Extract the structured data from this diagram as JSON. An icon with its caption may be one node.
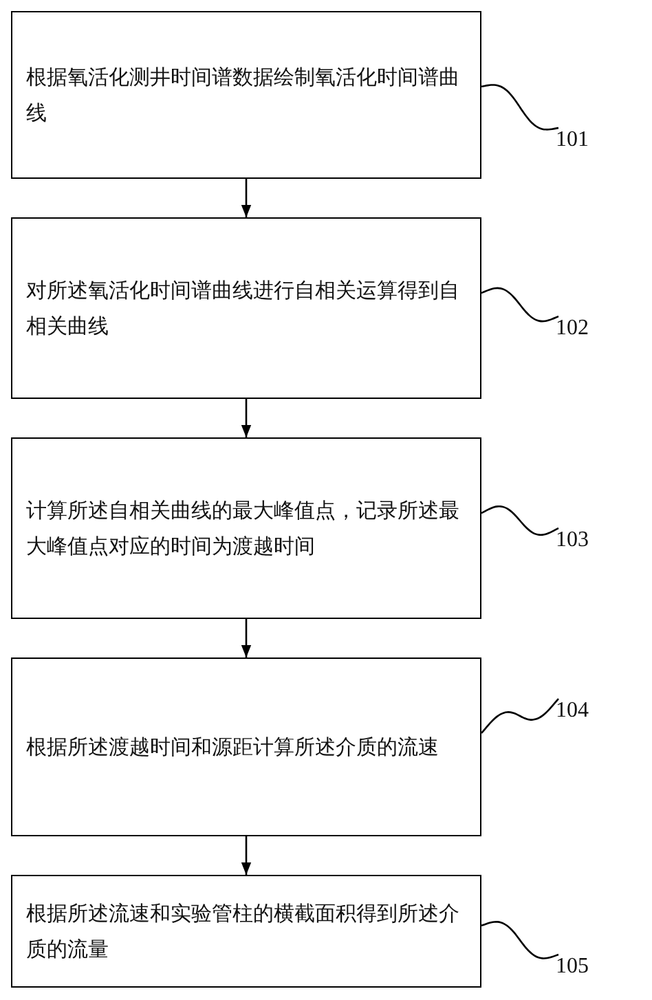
{
  "diagram": {
    "nodes": [
      {
        "text": [
          "根据氧活化测井时间谱数据绘制氧活化时间谱曲线"
        ]
      },
      {
        "text": [
          "对所述氧活化时间谱曲线进行自相关运算得到自相关曲线"
        ]
      },
      {
        "text": [
          "计算所述自相关曲线的最大峰值点，记录所述最大峰值点对应的时间为渡越时间"
        ]
      },
      {
        "text": [
          "根据所述渡越时间和源距计算所述介质的流速"
        ]
      },
      {
        "text": [
          "根据所述流速和实验管柱的横截面积得到所述介质的流量"
        ]
      },
      {
        "text": [
          "101"
        ]
      },
      {
        "text": [
          "102"
        ]
      },
      {
        "text": [
          "103"
        ]
      },
      {
        "text": [
          "104"
        ]
      },
      {
        "text": [
          "105"
        ]
      }
    ],
    "edges": [
      {
        "from": 0,
        "to": 1,
        "arrow": "to"
      },
      {
        "from": 1,
        "to": 2,
        "arrow": "to"
      },
      {
        "from": 2,
        "to": 3,
        "arrow": "to"
      },
      {
        "from": 3,
        "to": 4,
        "arrow": "to"
      },
      {
        "from": 5,
        "to": 0,
        "arrow": "none"
      },
      {
        "from": 6,
        "to": 1,
        "arrow": "none"
      },
      {
        "from": 7,
        "to": 2,
        "arrow": "none"
      },
      {
        "from": 8,
        "to": 3,
        "arrow": "none"
      },
      {
        "from": 9,
        "to": 4,
        "arrow": "none"
      }
    ]
  }
}
